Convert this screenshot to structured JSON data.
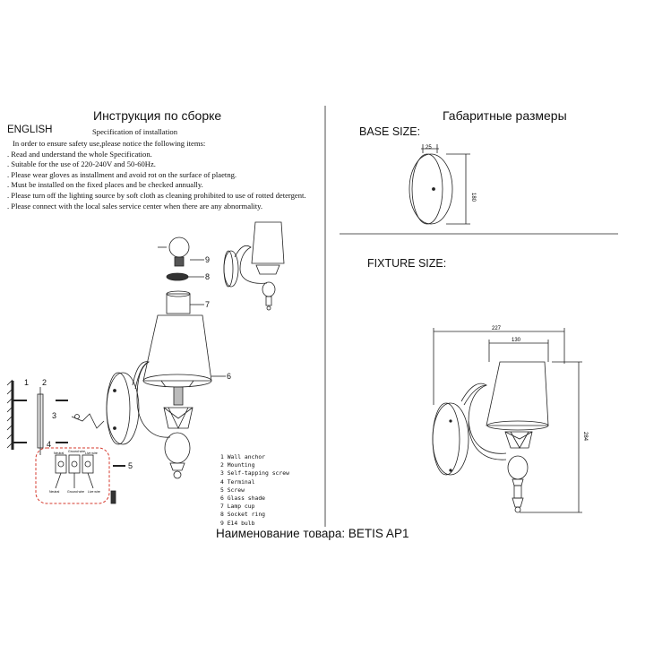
{
  "left_title": "Инструкция по сборке",
  "right_title": "Габаритные размеры",
  "lang": "ENGLISH",
  "spec": "Specification of installation",
  "notes": [
    "In order to ensure safety use,please notice the following items:",
    "Read and understand the whole Specification.",
    "Suitable for the use of 220-240V and 50-60Hz.",
    "Please wear gloves as installment and avoid rot on the surface of plaetng.",
    "Must be installed on the fixed places and be checked annually.",
    "Please turn off the lighting source by soft cloth as cleaning prohibited to use of rotted detergent.",
    "Please connect with the local sales service center when there are any abnormality."
  ],
  "base_size": "BASE SIZE:",
  "fixture_size": "FIXTURE SIZE:",
  "dims": {
    "base_w": "25",
    "base_h": "180",
    "fix_total_w": "227",
    "fix_shade_w": "130",
    "fix_h": "284"
  },
  "callouts": [
    "1",
    "2",
    "3",
    "4",
    "5",
    "6",
    "7",
    "8",
    "9"
  ],
  "legend": [
    "1 Wall anchor",
    "2 Mounting",
    "3 Self-tapping screw",
    "4 Terminal",
    "5 Screw",
    "6 Glass shade",
    "7 Lamp cup",
    "8 Socket ring",
    "9 E14 bulb"
  ],
  "wiring_labels": [
    "Neutral",
    "Ground wire",
    "Live wire",
    "Neutral",
    "Ground wire",
    "Live wire"
  ],
  "product": "Наименование товара: BETIS AP1"
}
